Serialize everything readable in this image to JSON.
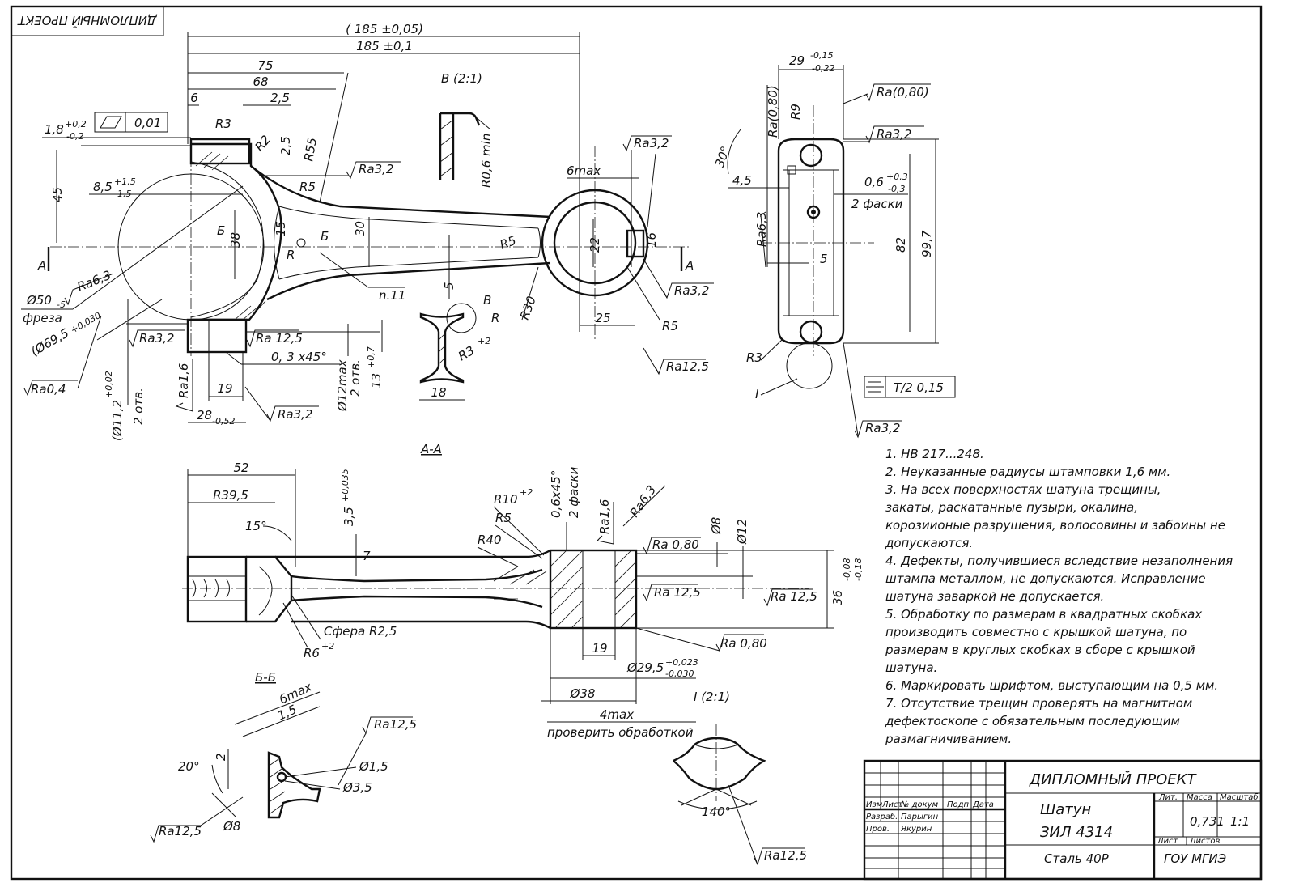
{
  "stamp": "ДИПЛОМНЫЙ ПРОЕКТ",
  "dims_top": {
    "d185a": "( 185 ±0,05)",
    "d185b": "185 ±0,1",
    "d75": "75",
    "d68": "68",
    "d6": "6",
    "d2_5": "2,5",
    "d1_8": "1,8",
    "d1_8_up": "+0,2",
    "d1_8_dn": "-0,2",
    "flat_sym": "⏥",
    "flat_val": "0,01",
    "r3": "R3",
    "r2": "R2",
    "d2_5b": "2,5",
    "r55": "R55",
    "ra3_2a": "Ra3,2",
    "d8_5": "8,5",
    "d8_5_up": "+1,5",
    "d8_5_dn": "-1,5",
    "r5a": "R5",
    "d45": "45",
    "d15": "15",
    "d30": "30",
    "b1": "Б",
    "b2": "Б",
    "d38": "38",
    "r": "R",
    "n11": "n.11",
    "d5": "5",
    "r5b": "R5",
    "d22": "22",
    "d16": "16",
    "r30": "R30",
    "d25": "25",
    "r5c": "R5",
    "d6max": "6max",
    "ra3_2b": "Ra3,2",
    "ra3_2c": "Ra3,2",
    "ra12_5a": "Ra12,5",
    "a_left": "А",
    "a_right": "А",
    "d50": "Ø50",
    "d50_tol": "-5",
    "ra6_3": "Ra6,3",
    "freza": "фреза",
    "d69_5": "(Ø69,5",
    "d69_5_tol": "+0,030",
    "ra0_4": "Ra0,4",
    "ra3_2d": "Ra3,2",
    "ra12_5b": "Ra 12,5",
    "chamfer": "0, 3 x45°",
    "ra1_6": "Ra1,6",
    "d19": "19",
    "d12": "Ø12max",
    "otv2a": "2 отв.",
    "d13": "13",
    "d13_tol": "+0,7",
    "d11_2": "(Ø11,2",
    "d11_2_tol": "+0,02",
    "otv2b": "2 отв.",
    "d28": "28",
    "d28_tol": "-0,52",
    "ra3_2e": "Ra3,2",
    "viewB": "В (2:1)",
    "r06": "R0,6 min",
    "bB": "В",
    "bR": "R",
    "r3_2": "R3",
    "r3_2_tol": "+2",
    "d18": "18"
  },
  "dims_right": {
    "d29": "29",
    "d29_up": "-0,15",
    "d29_dn": "-0,22",
    "ra0_80": "Ra(0,80)",
    "ra0_80b": "Ra(0,80)",
    "r9": "R9",
    "ra3_2": "Ra3,2",
    "d30deg": "30°",
    "d4_5": "4,5",
    "d0_6": "0,6",
    "d0_6_up": "+0,3",
    "d0_6_dn": "-0,3",
    "fask": "2 фаски",
    "ra6_3": "Ra6,3",
    "d5": "5",
    "d82": "82",
    "d99_7": "99,7",
    "r3": "R3",
    "i": "I",
    "tol_sym": "⌯",
    "tol_val": "T/2 0,15",
    "ra3_2b": "Ra3,2"
  },
  "section_aa": {
    "title": "А-А",
    "d52": "52",
    "r39_5": "R39,5",
    "d15deg": "15°",
    "d3_5": "3,5",
    "d3_5_tol": "+0,035",
    "d7": "7",
    "r10": "R10",
    "r10_tol": "+2",
    "r5": "R5",
    "chamf": "0,6x45°",
    "fask": "2 фаски",
    "ra1_6": "Ra1,6",
    "ra6_3": "Ra6,3",
    "r40": "R40",
    "d8": "Ø8",
    "d12": "Ø12",
    "ra0_80a": "Ra 0,80",
    "ra12_5a": "Ra 12,5",
    "ra12_5b": "Ra 12,5",
    "d36": "36",
    "d36_up": "-0,08",
    "d36_dn": "-0,18",
    "sfera": "Сфера  R2,5",
    "r6": "R6",
    "r6_tol": "+2",
    "ra0_80b": "Ra 0,80",
    "d19": "19",
    "d29_5": "Ø29,5",
    "d29_5_up": "+0,023",
    "d29_5_dn": "-0,030",
    "d38": "Ø38",
    "d4max": "4max",
    "check": "проверить обработкой"
  },
  "section_bb": {
    "title": "Б-Б",
    "d6max": "6max",
    "d1_5": "1,5",
    "ra12_5a": "Ra12,5",
    "d20deg": "20°",
    "d2": "2",
    "d1_5b": "Ø1,5",
    "d3_5": "Ø3,5",
    "ra12_5b": "Ra12,5",
    "d8": "Ø8"
  },
  "view_i": {
    "title": "I (2:1)",
    "angle": "140°",
    "ra12_5": "Ra12,5"
  },
  "notes": [
    "1. НВ 217...248.",
    "2. Неуказанные радиусы штамповки 1,6 мм.",
    "3. На всех поверхностях шатуна трещины,",
    "закаты, раскатанные пузыри, окалина,",
    "корозиионые разрушения, волосовины и забоины не",
    "допускаются.",
    "4. Дефекты, получившиеся вследствие незаполнения",
    "штампа металлом, не допускаются. Исправление",
    "шатуна заваркой не допускается.",
    "5. Обработку по размерам в квадратных скобках",
    "производить совместно с крышкой шатуна, по",
    "размерам в круглых скобках в сборе с крышкой",
    "шатуна.",
    "6. Маркировать шрифтом, выступающим на 0,5 мм.",
    "7. Отсутствие трещин проверять на магнитном",
    "дефектоскопе с обязательным последующим",
    "размагничиванием."
  ],
  "title_block": {
    "project": "ДИПЛОМНЫЙ ПРОЕКТ",
    "part": "Шатун",
    "model": "ЗИЛ 4314",
    "material": "Сталь 40Р",
    "org": "ГОУ МГИЭ",
    "h_izm": "Изм",
    "h_list": "Лист",
    "h_doc": "№ докум",
    "h_podp": "Подп",
    "h_data": "Дата",
    "razrab": "Разраб.",
    "razrab_name": "Парыгин",
    "prov": "Пров.",
    "prov_name": "Якурин",
    "lit": "Лит.",
    "massa": "Масса",
    "masshtab": "Масштаб",
    "mass_val": "0,731",
    "scale_val": "1:1",
    "sheet": "Лист",
    "sheets": "Листов"
  }
}
